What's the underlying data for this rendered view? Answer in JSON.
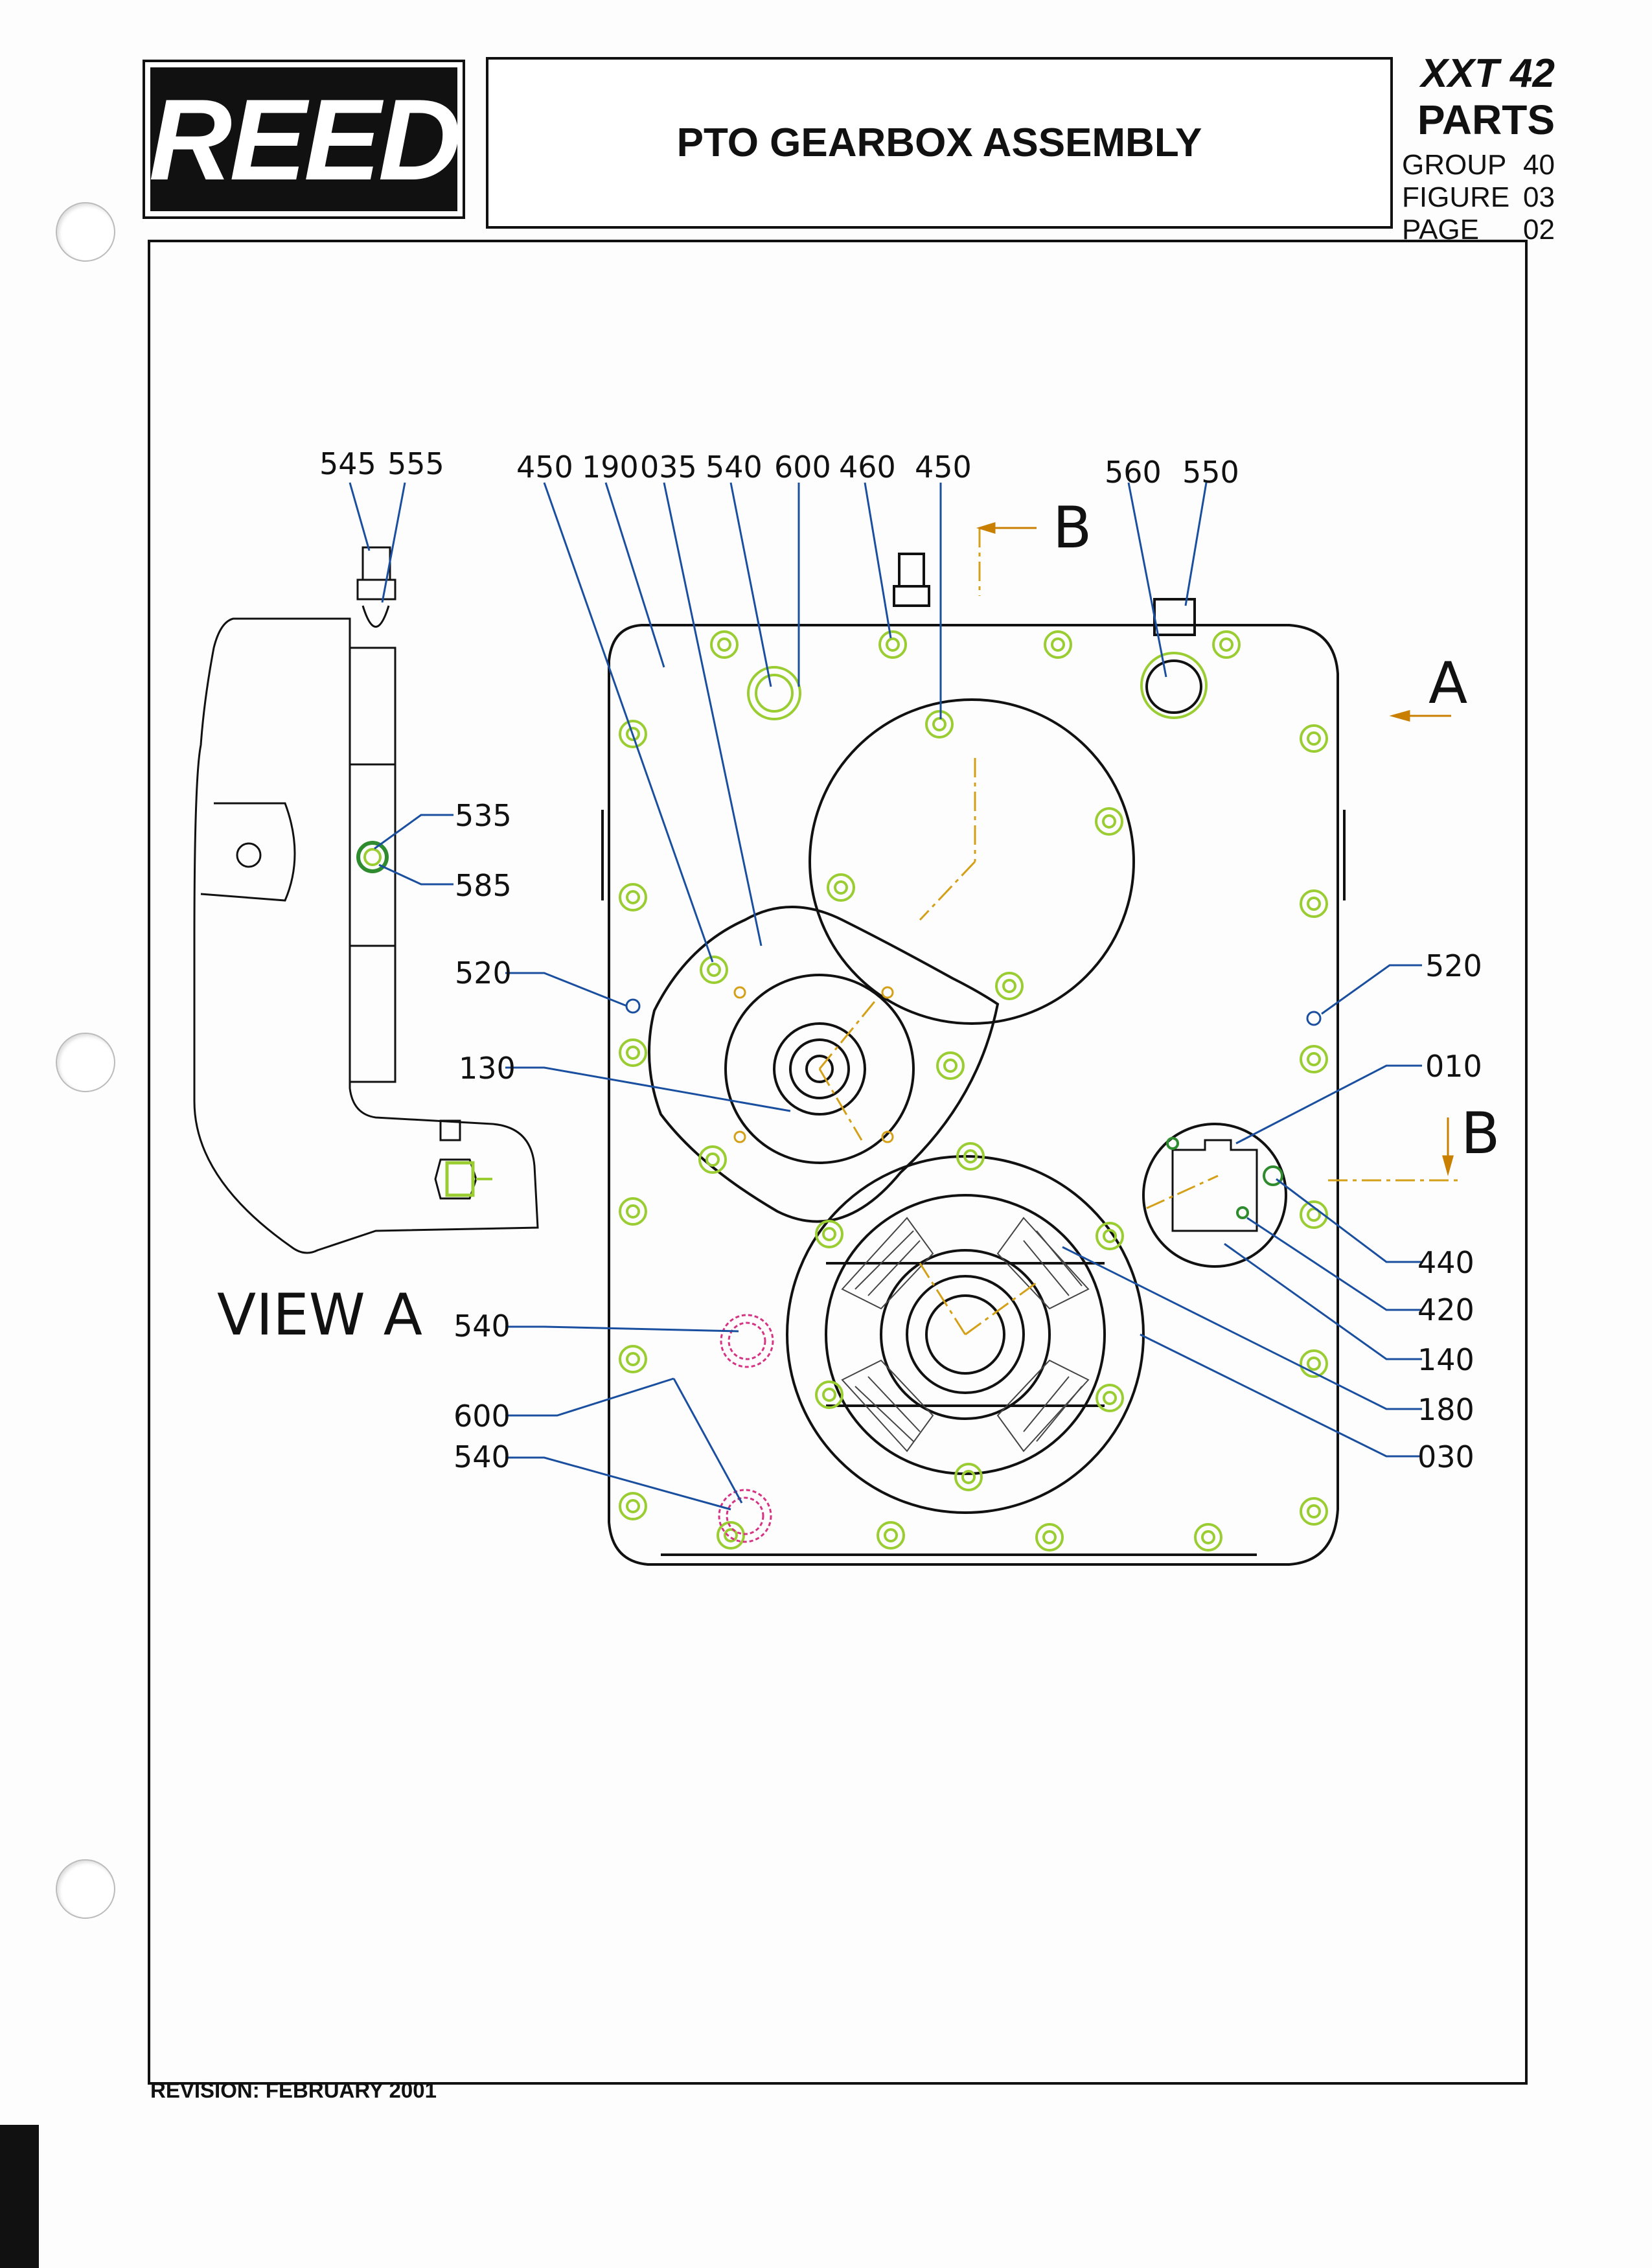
{
  "header": {
    "logo": "REED",
    "title": "PTO GEARBOX ASSEMBLY",
    "model": "XXT 42",
    "section": "PARTS",
    "group_label": "GROUP",
    "group_value": "40",
    "figure_label": "FIGURE",
    "figure_value": "03",
    "page_label": "PAGE",
    "page_value": "02"
  },
  "footer": {
    "revision": "REVISION:  FEBRUARY 2001"
  },
  "drawing": {
    "view_label": "VIEW A",
    "section_labels": {
      "b_top": "B",
      "b_right": "B",
      "a": "A"
    },
    "callouts_top": [
      "545",
      "555",
      "450",
      "190",
      "035",
      "540",
      "600",
      "460",
      "450",
      "560",
      "550"
    ],
    "callouts_view_a": [
      "535",
      "585"
    ],
    "callouts_left": [
      "520",
      "130",
      "540",
      "600",
      "540"
    ],
    "callouts_right": [
      "520",
      "010",
      "440",
      "420",
      "140",
      "180",
      "030"
    ],
    "colors": {
      "bolt": "#9acd32",
      "leader": "#1a4fa0",
      "centerline": "#d4a017",
      "seal": "#d63384",
      "plug": "#2e8b2e"
    }
  }
}
